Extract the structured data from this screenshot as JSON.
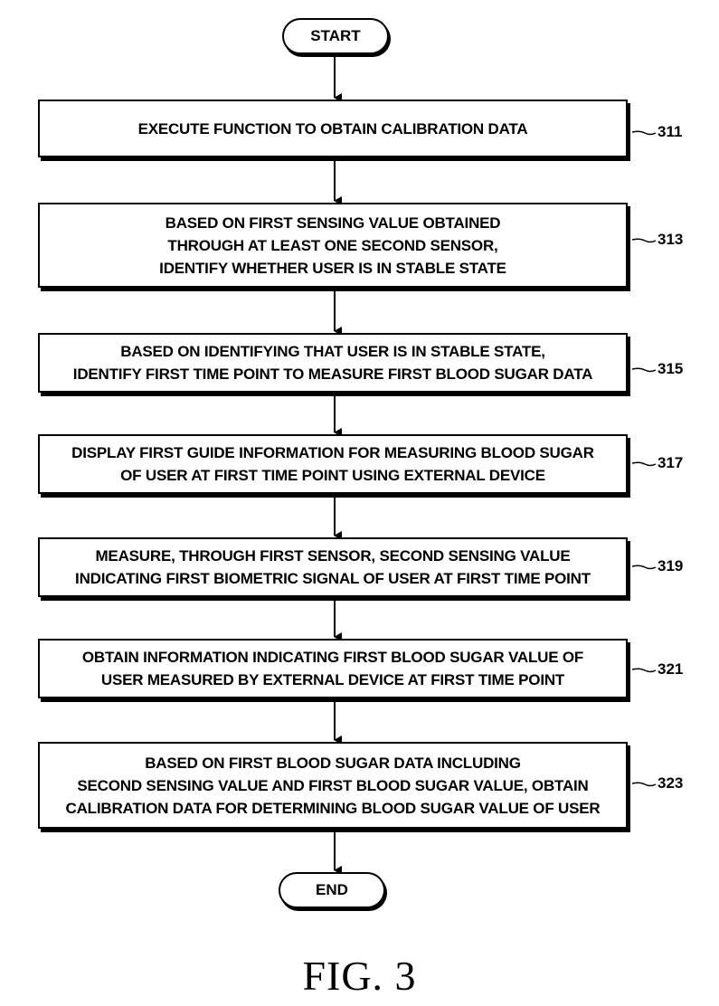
{
  "start_label": "START",
  "end_label": "END",
  "steps": [
    {
      "ref": "311",
      "lines": [
        "EXECUTE FUNCTION TO OBTAIN CALIBRATION DATA"
      ]
    },
    {
      "ref": "313",
      "lines": [
        "BASED ON FIRST SENSING VALUE OBTAINED",
        "THROUGH AT LEAST ONE SECOND SENSOR,",
        "IDENTIFY WHETHER USER IS IN STABLE STATE"
      ]
    },
    {
      "ref": "315",
      "lines": [
        "BASED ON IDENTIFYING THAT USER IS IN STABLE STATE,",
        "IDENTIFY FIRST TIME POINT TO MEASURE FIRST BLOOD SUGAR DATA"
      ]
    },
    {
      "ref": "317",
      "lines": [
        "DISPLAY FIRST GUIDE INFORMATION FOR MEASURING BLOOD SUGAR",
        "OF USER AT FIRST TIME POINT USING EXTERNAL DEVICE"
      ]
    },
    {
      "ref": "319",
      "lines": [
        "MEASURE, THROUGH FIRST SENSOR, SECOND SENSING VALUE",
        "INDICATING FIRST BIOMETRIC SIGNAL OF USER AT FIRST TIME POINT"
      ]
    },
    {
      "ref": "321",
      "lines": [
        "OBTAIN INFORMATION INDICATING FIRST BLOOD SUGAR VALUE OF",
        "USER MEASURED BY EXTERNAL DEVICE AT FIRST TIME POINT"
      ]
    },
    {
      "ref": "323",
      "lines": [
        "BASED ON FIRST BLOOD SUGAR DATA INCLUDING",
        "SECOND SENSING VALUE AND FIRST BLOOD SUGAR VALUE, OBTAIN",
        "CALIBRATION DATA FOR DETERMINING BLOOD SUGAR VALUE OF USER"
      ]
    }
  ],
  "figure_label": "FIG. 3"
}
